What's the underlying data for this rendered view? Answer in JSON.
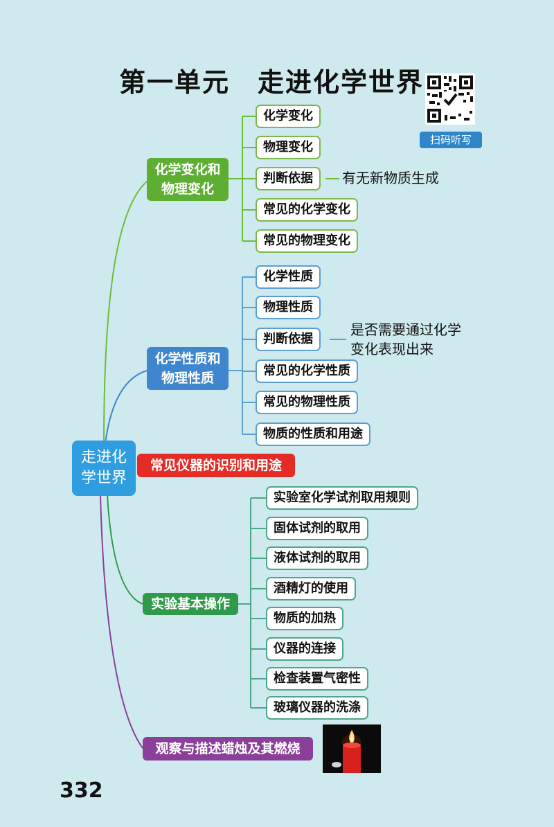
{
  "title": {
    "part1": "第一单元",
    "part2": "走进化学世界"
  },
  "qr": {
    "label": "扫码听写"
  },
  "root": {
    "line1": "走进化",
    "line2": "学世界"
  },
  "colors": {
    "background": "#cfeaee",
    "green_branch": "#5fae34",
    "blue_branch": "#3f86cf",
    "red_branch": "#e42b25",
    "teal_branch": "#2f9a4a",
    "purple_branch": "#8a3f98"
  },
  "branches": {
    "change": {
      "line1": "化学变化和",
      "line2": "物理变化",
      "items": [
        "化学变化",
        "物理变化",
        "判断依据",
        "常见的化学变化",
        "常见的物理变化"
      ],
      "note": "有无新物质生成"
    },
    "property": {
      "line1": "化学性质和",
      "line2": "物理性质",
      "items": [
        "化学性质",
        "物理性质",
        "判断依据",
        "常见的化学性质",
        "常见的物理性质",
        "物质的性质和用途"
      ],
      "note_line1": "是否需要通过化学",
      "note_line2": "变化表现出来"
    },
    "instrument": {
      "label": "常见仪器的识别和用途"
    },
    "operation": {
      "label": "实验基本操作",
      "items": [
        "实验室化学试剂取用规则",
        "固体试剂的取用",
        "液体试剂的取用",
        "酒精灯的使用",
        "物质的加热",
        "仪器的连接",
        "检查装置气密性",
        "玻璃仪器的洗涤"
      ]
    },
    "candle": {
      "label": "观察与描述蜡烛及其燃烧"
    }
  },
  "page_number": "332"
}
